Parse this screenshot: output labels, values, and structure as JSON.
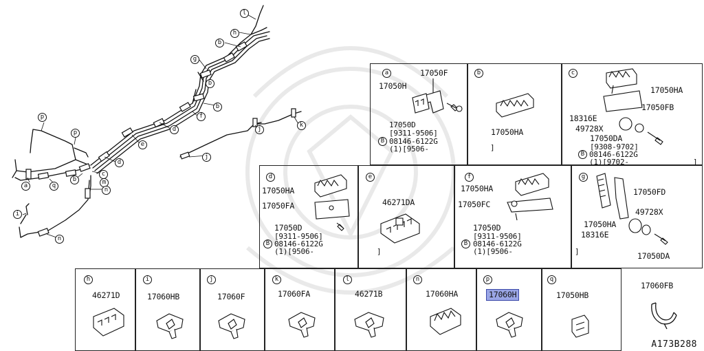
{
  "diagram_code": "A173B288",
  "harness_callouts": [
    {
      "key": "l",
      "label": "l"
    },
    {
      "key": "h",
      "label": "h"
    },
    {
      "key": "b1",
      "label": "b"
    },
    {
      "key": "g",
      "label": "g"
    },
    {
      "key": "b2",
      "label": "b"
    },
    {
      "key": "b3",
      "label": "b"
    },
    {
      "key": "f",
      "label": "f"
    },
    {
      "key": "d1",
      "label": "d"
    },
    {
      "key": "e",
      "label": "e"
    },
    {
      "key": "d2",
      "label": "d"
    },
    {
      "key": "c",
      "label": "c"
    },
    {
      "key": "p1",
      "label": "p"
    },
    {
      "key": "p2",
      "label": "p"
    },
    {
      "key": "a",
      "label": "a"
    },
    {
      "key": "q",
      "label": "q"
    },
    {
      "key": "b4",
      "label": "b"
    },
    {
      "key": "m",
      "label": "m"
    },
    {
      "key": "n1",
      "label": "n"
    },
    {
      "key": "i",
      "label": "i"
    },
    {
      "key": "n2",
      "label": "n"
    },
    {
      "key": "j1",
      "label": "j"
    },
    {
      "key": "j2",
      "label": "j"
    },
    {
      "key": "k",
      "label": "k"
    }
  ],
  "panels": {
    "a": {
      "letter": "a",
      "lines": [
        "17050F",
        "17050H",
        "17050D",
        "[9311-9506]",
        "08146-6122G",
        "(1)[9506-"
      ]
    },
    "b": {
      "letter": "b",
      "lines": [
        "17050HA",
        "]"
      ]
    },
    "c": {
      "letter": "c",
      "lines": [
        "17050HA",
        "17050FB",
        "18316E",
        "49728X",
        "17050DA",
        "[9308-9702]",
        "08146-6122G",
        "(1)[9702-",
        "]"
      ]
    },
    "d": {
      "letter": "d",
      "lines": [
        "17050HA",
        "17050FA",
        "17050D",
        "[9311-9506]",
        "08146-6122G",
        "(1)[9506-"
      ]
    },
    "e": {
      "letter": "e",
      "lines": [
        "46271DA",
        "]"
      ]
    },
    "f": {
      "letter": "f",
      "lines": [
        "17050HA",
        "17050FC",
        "17050D",
        "[9311-9506]",
        "08146-6122G",
        "(1)[9506-"
      ]
    },
    "g": {
      "letter": "g",
      "lines": [
        "17050FD",
        "49728X",
        "17050HA",
        "18316E",
        "17050DA",
        "]"
      ]
    },
    "h": {
      "letter": "h",
      "part": "46271D"
    },
    "i": {
      "letter": "i",
      "part": "17060HB"
    },
    "j": {
      "letter": "j",
      "part": "17060F"
    },
    "k": {
      "letter": "k",
      "part": "17060FA"
    },
    "l": {
      "letter": "l",
      "part": "46271B"
    },
    "n": {
      "letter": "n",
      "part": "17060HA"
    },
    "p": {
      "letter": "p",
      "part": "17060H"
    },
    "q": {
      "letter": "q",
      "part": "17050HB"
    },
    "r": {
      "letter": "",
      "part": "17060FB"
    }
  },
  "bolt_marker": "B"
}
